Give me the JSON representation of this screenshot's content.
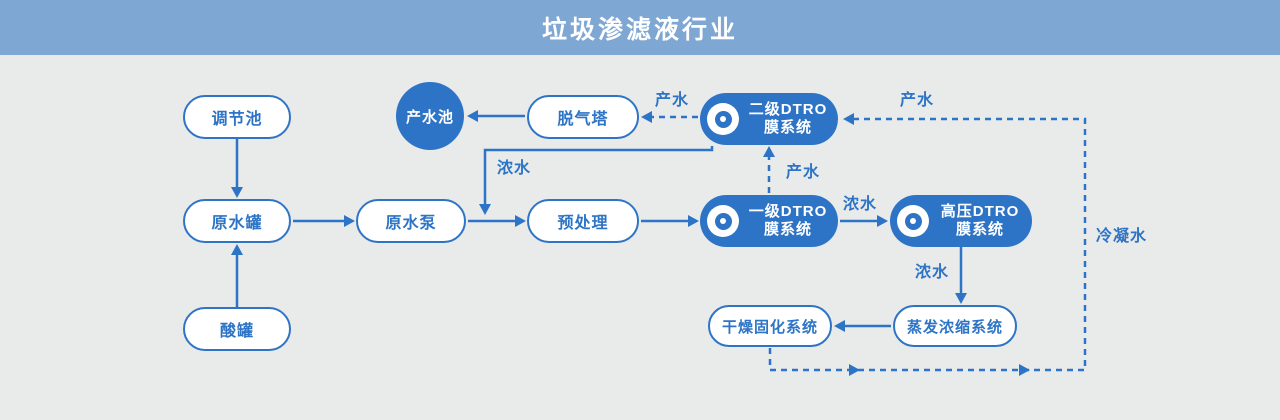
{
  "header": {
    "title": "垃圾渗滤液行业"
  },
  "colors": {
    "primary_blue": "#2e74c6",
    "header_blue": "#7ea7d4",
    "background_gray": "#e9eaea",
    "node_fill": "#ffffff"
  },
  "nodes": {
    "regulation_pool": {
      "label": "调节池"
    },
    "raw_water_tank": {
      "label": "原水罐"
    },
    "acid_tank": {
      "label": "酸罐"
    },
    "raw_water_pump": {
      "label": "原水泵"
    },
    "pretreatment": {
      "label": "预处理"
    },
    "degassing_tower": {
      "label": "脱气塔"
    },
    "product_water_pool": {
      "label": "产水池"
    },
    "dtro_stage2": {
      "line1": "二级DTRO",
      "line2": "膜系统"
    },
    "dtro_stage1": {
      "line1": "一级DTRO",
      "line2": "膜系统"
    },
    "dtro_high_pressure": {
      "line1": "高压DTRO",
      "line2": "膜系统"
    },
    "drying_system": {
      "label": "干燥固化系统"
    },
    "evaporation_system": {
      "label": "蒸发浓缩系统"
    }
  },
  "edge_labels": {
    "stage2_product": "产水",
    "stage2_concentrate": "浓水",
    "stage1_product": "产水",
    "stage1_concentrate": "浓水",
    "high_pressure_concentrate": "浓水",
    "condensate": "冷凝水",
    "condensate_return_product": "产水"
  }
}
